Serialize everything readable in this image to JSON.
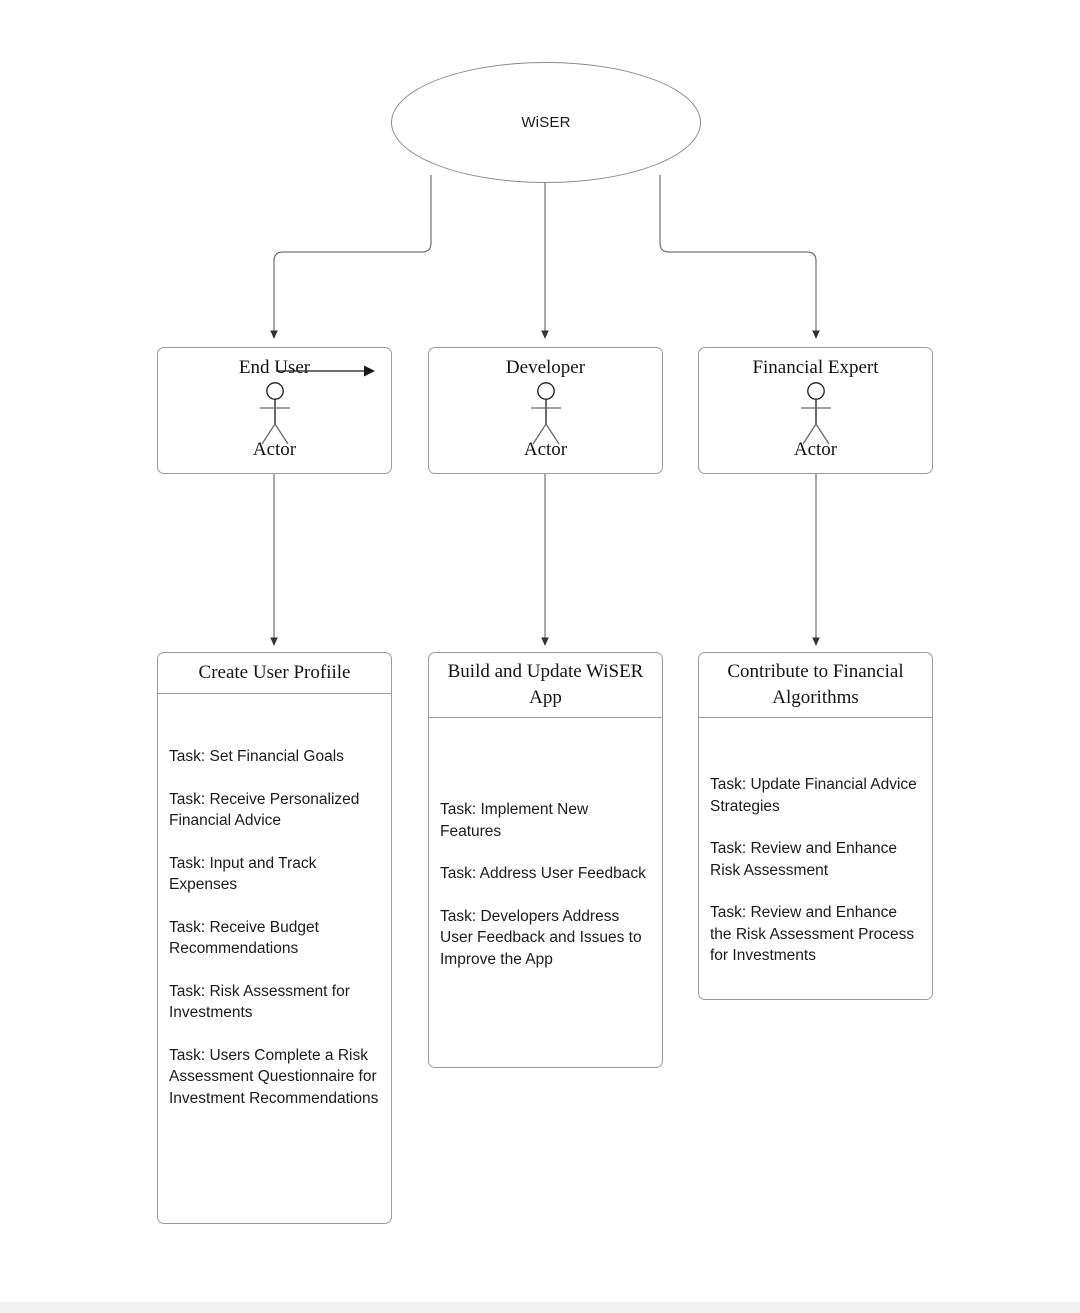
{
  "diagram": {
    "type": "uml-use-case-diagram",
    "system": {
      "name": "system-ellipse",
      "label": "WiSER"
    },
    "actors": [
      {
        "id": "end-user",
        "title": "End User",
        "role": "Actor",
        "icon": "actor-stick-figure-icon",
        "has_pointer_arrow": true
      },
      {
        "id": "developer",
        "title": "Developer",
        "role": "Actor",
        "icon": "actor-stick-figure-icon",
        "has_pointer_arrow": false
      },
      {
        "id": "financial-expert",
        "title": "Financial Expert",
        "role": "Actor",
        "icon": "actor-stick-figure-icon",
        "has_pointer_arrow": false
      }
    ],
    "usecases": [
      {
        "id": "create-user-profiile",
        "title": "Create User Profiile",
        "tasks": [
          "Task: Set Financial Goals",
          "Task: Receive Personalized Financial Advice",
          "Task: Input and Track Expenses",
          "Task: Receive Budget Recommendations",
          "Task: Risk Assessment for Investments",
          "Task: Users Complete a Risk Assessment Questionnaire for Investment Recommendations"
        ]
      },
      {
        "id": "build-and-update-wiser-app",
        "title": "Build and Update WiSER App",
        "tasks": [
          "Task: Implement New Features",
          "Task: Address User Feedback",
          "Task: Developers Address User Feedback and Issues to Improve the App"
        ]
      },
      {
        "id": "contribute-to-financial-algorithms",
        "title": "Contribute to Financial Algorithms",
        "tasks": [
          "Task: Update Financial Advice Strategies",
          "Task: Review and Enhance Risk Assessment",
          "Task: Review and Enhance the Risk Assessment Process for Investments"
        ]
      }
    ],
    "colors": {
      "background": "#ffffff",
      "stroke": "#9a9c9e",
      "connector": "#707070",
      "arrowhead": "#333333",
      "text": "#1b1b1b",
      "footer_strip": "#f2f2f2"
    }
  }
}
